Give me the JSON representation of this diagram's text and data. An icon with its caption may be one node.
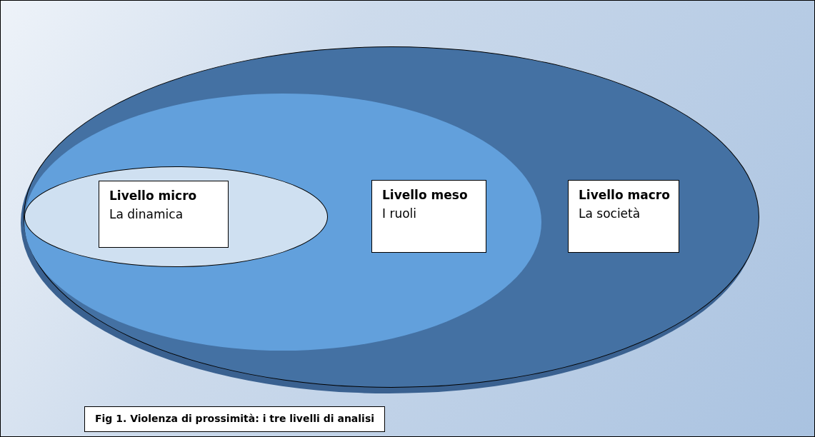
{
  "diagram": {
    "caption": "Fig 1. Violenza di prossimità: i tre livelli di analisi",
    "nodes": [
      {
        "text": [],
        "shape": "ellipse"
      },
      {
        "text": [],
        "shape": "ellipse",
        "in": 0
      },
      {
        "text": [],
        "shape": "ellipse",
        "in": 1
      },
      {
        "text": [
          "Livello micro",
          "La dinamica"
        ],
        "in": 2
      },
      {
        "text": [
          "Livello meso",
          "I ruoli"
        ],
        "in": 1
      },
      {
        "text": [
          "Livello macro",
          "La società"
        ],
        "in": 0
      }
    ],
    "edges": []
  }
}
